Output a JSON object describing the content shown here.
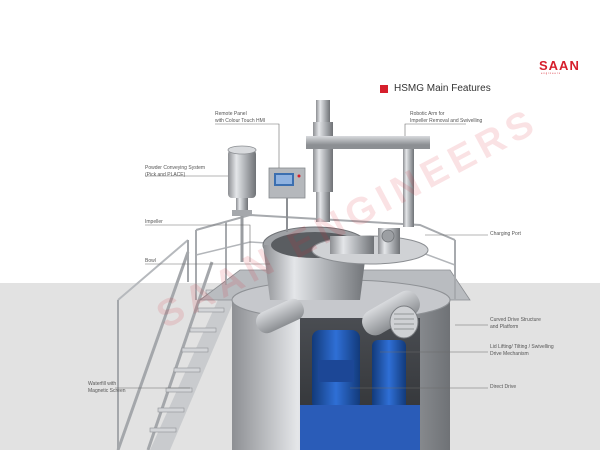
{
  "brand": {
    "name": "SAAN",
    "tagline": "engineers",
    "color": "#d61f2c"
  },
  "heading": "HSMG Main Features",
  "watermark": "SAAN ENGINEERS",
  "callouts": {
    "remote_panel": "Remote Panel\nwith Colour Touch HMI",
    "robotic_arm": "Robotic Arm for\nImpeller Removal and Swivelling",
    "powder_conveying": "Powder Conveying System\n(Pick and PLACE)",
    "impeller": "Impeller",
    "bowl": "Bowl",
    "charging_port": "Charging Port",
    "curved_drive": "Curved Drive Structure\nand Platform",
    "lid_lifting": "Lid Lifting/ Tilting / Swivelling\nDrive Mechanism",
    "direct_drive": "Direct Drive",
    "waterfill": "Waterfill with\nMagnetic Screen"
  }
}
